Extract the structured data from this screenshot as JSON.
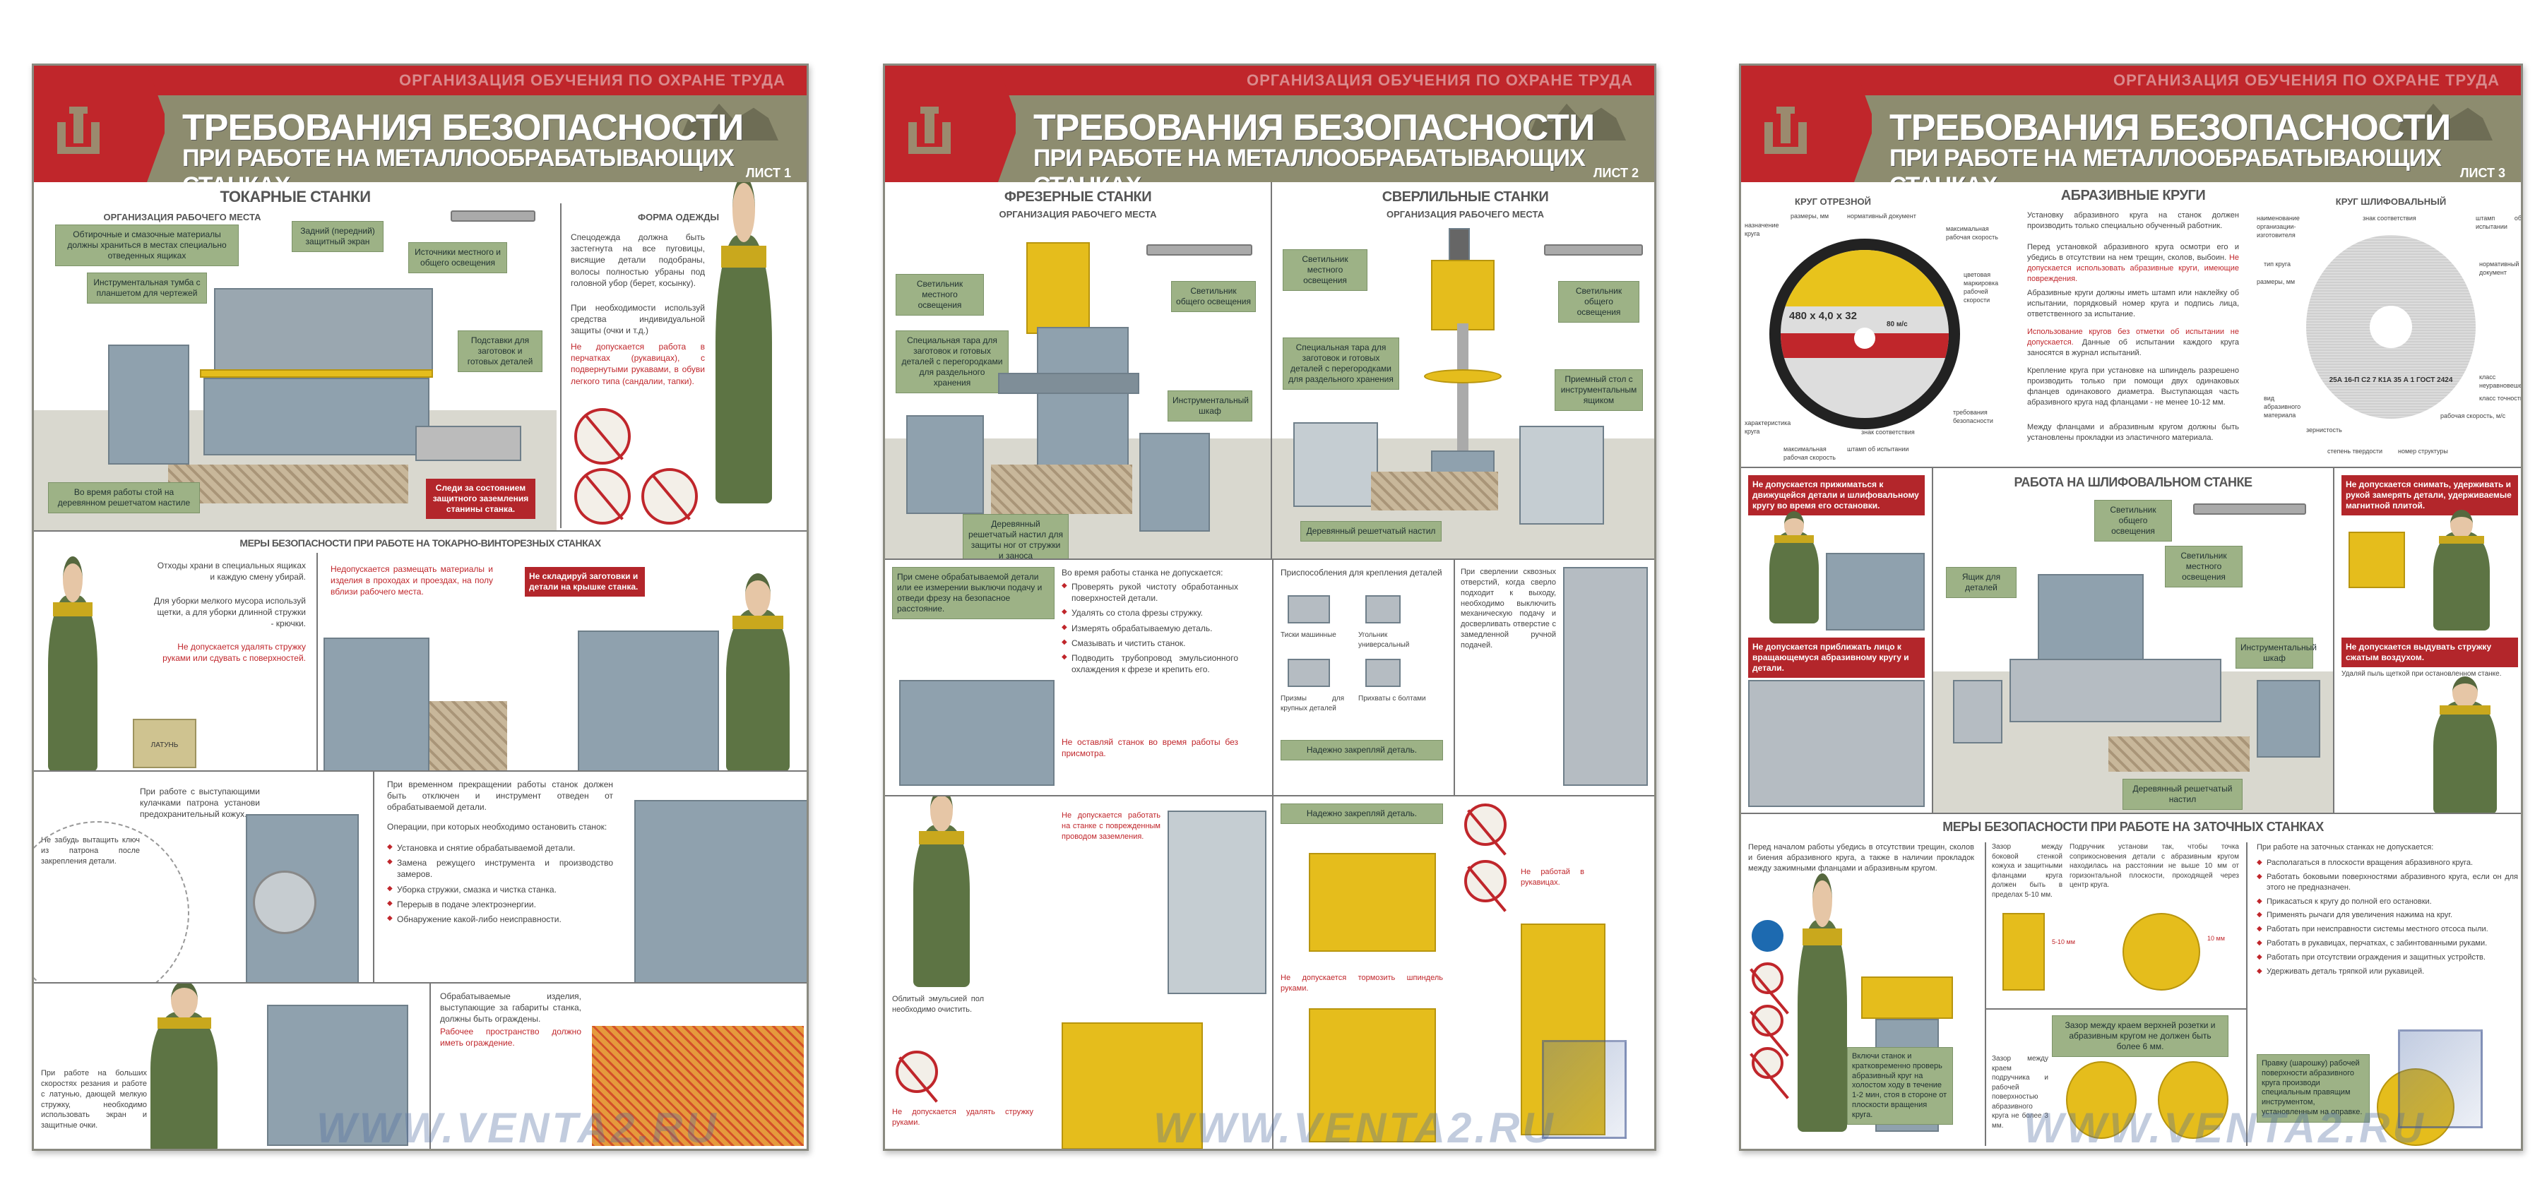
{
  "header": {
    "org": "ОРГАНИЗАЦИЯ ОБУЧЕНИЯ ПО ОХРАНЕ ТРУДА",
    "title": "ТРЕБОВАНИЯ БЕЗОПАСНОСТИ",
    "subtitle": "ПРИ РАБОТЕ НА МЕТАЛЛООБРАБАТЫВАЮЩИХ СТАНКАХ",
    "sheets": [
      "ЛИСТ 1",
      "ЛИСТ 2",
      "ЛИСТ 3"
    ]
  },
  "watermark": "WWW.VENTA2.RU",
  "p1": {
    "title": "ТОКАРНЫЕ СТАНКИ",
    "workplace": "ОРГАНИЗАЦИЯ РАБОЧЕГО МЕСТА",
    "clothing": "ФОРМА ОДЕЖДЫ",
    "c_materials": "Обтирочные и смазочные материалы должны храниться в местах специально отведенных ящиках",
    "c_tumba": "Инструментальная тумба с планшетом для чертежей",
    "c_screen": "Задний (передний) защитный экран",
    "c_light": "Источники местного и общего освещения",
    "c_stand": "Подставки для заготовок и готовых деталей",
    "c_floor": "Во время работы стой на деревянном решетчатом настиле",
    "r_ground": "Следи за состоянием защитного заземления станины станка.",
    "cloth_1": "Спецодежда должна быть застегнута на все пуговицы, висящие детали подобраны, волосы полностью убраны под головной убор (берет, косынку).",
    "cloth_2": "При необходимости используй средства индивидуальной защиты (очки и т.д.)",
    "cloth_3": "Не допускается работа в перчатках (рукавицах), с подвернутыми рукавами, в обуви легкого типа (сандалии, тапки).",
    "measures": "МЕРЫ БЕЗОПАСНОСТИ ПРИ РАБОТЕ НА ТОКАРНО-ВИНТОРЕЗНЫХ СТАНКАХ",
    "waste_1": "Отходы храни в специальных ящиках и каждую смену убирай.",
    "waste_2": "Для уборки мелкого мусора используй щетки, а для уборки длинной стружки - крючки.",
    "waste_3": "Не допускается удалять стружку руками или сдувать с поверхностей.",
    "box_label": "ЛАТУНЬ",
    "aisles": "Недопускается размещать материалы и изделия в проходах и проездах, на полу вблизи рабочего места.",
    "r_lid": "Не складируй заготовки и детали на крышке станка.",
    "chuck_1": "При работе с выступающими кулачками патрона установи предохранительный кожух.",
    "chuck_2": "Не забудь вытащить ключ из патрона после закрепления детали.",
    "stop_1": "При временном прекращении работы станок должен быть отключен и инструмент отведен от обрабатываемой детали.",
    "stop_2": "Операции, при которых необходимо остановить станок:",
    "stop_list": [
      "Установка и снятие обрабатываемой детали.",
      "Замена режущего инструмента и производство замеров.",
      "Уборка стружки, смазка и чистка станка.",
      "Перерыв в подаче электроэнергии.",
      "Обнаружение какой-либо неисправности."
    ],
    "fence_1": "Обрабатываемые изделия, выступающие за габариты станка, должны быть ограждены.",
    "fence_2": "Рабочее пространство должно иметь ограждение.",
    "speed": "При работе на больших скоростях резания и работе с латунью, дающей мелкую стружку, необходимо использовать экран и защитные очки."
  },
  "p2": {
    "mill_title": "ФРЕЗЕРНЫЕ СТАНКИ",
    "drill_title": "СВЕРЛИЛЬНЫЕ СТАНКИ",
    "workplace": "ОРГАНИЗАЦИЯ РАБОЧЕГО МЕСТА",
    "c_local_light": "Светильник местного освещения",
    "c_general_light": "Светильник общего освещения",
    "c_container": "Специальная тара для заготовок и готовых деталей с перегородками для раздельного хранения",
    "c_cabinet": "Инструментальный шкаф",
    "c_floor_mill": "Деревянный решетчатый настил для защиты ног от стружки и заноса",
    "c_table": "Приемный стол с инструментальным ящиком",
    "c_floor_drill": "Деревянный решетчатый настил",
    "mill_change": "При смене обрабатываемой детали или ее измерении выключи подачу и отведи фрезу на безопасное расстояние.",
    "mill_forbid": "Во время работы станка не допускается:",
    "mill_list": [
      "Проверять рукой чистоту обработанных поверхностей детали.",
      "Удалять со стола фрезы стружку.",
      "Измерять обрабатываемую деталь.",
      "Смазывать и чистить станок.",
      "Подводить трубопровод эмульсионного охлаждения к фрезе и крепить его."
    ],
    "mill_red": "Не оставляй станок во время работы без присмотра.",
    "fixtures": "Приспособления для крепления деталей",
    "fix_list": [
      "Тиски машинные",
      "Угольник универсальный",
      "Призмы для крупных деталей",
      "Прихваты с болтами"
    ],
    "drill_text": "При сверлении сквозных отверстий, когда сверло подходит к выходу, необходимо выключить механическую подачу и досверливать отверстие с замедленной ручной подачей.",
    "emulsion": "Облитый эмульсией пол необходимо очистить.",
    "r_ground": "Не допускается работать на станке с поврежденным проводом заземления.",
    "r_hands": "Не допускается тормозить шпиндель руками.",
    "r_gloves": "Не работай в рукавицах.",
    "r_clean": "Не допускается удалять стружку руками.",
    "c_fixed": "Надежно закрепляй деталь."
  },
  "p3": {
    "title": "АБРАЗИВНЫЕ КРУГИ",
    "cut_wheel": "КРУГ ОТРЕЗНОЙ",
    "grind_wheel": "КРУГ ШЛИФОВАЛЬНЫЙ",
    "wheel_size": "480 x 4,0 x 32",
    "wheel_speed": "80 м/с",
    "cut_labels": [
      "размеры, мм",
      "нормативный документ",
      "назначение круга",
      "максимальная рабочая скорость",
      "цветовая маркировка рабочей скорости",
      "характеристика круга",
      "максимальная рабочая скорость",
      "штамп об испытании",
      "знак соответствия",
      "требования безопасности"
    ],
    "grind_labels": [
      "наименование организации-изготовителя",
      "знак соответствия",
      "штамп об испытании",
      "тип круга",
      "размеры, мм",
      "нормативный документ",
      "класс неуравновешенности",
      "класс точности",
      "рабочая скорость, м/с",
      "вид абразивного материала",
      "зернистость",
      "степень твердости",
      "номер структуры"
    ],
    "grind_mark": "25А 16-П С2 7 К1А 35 А 1 ГОСТ 2424",
    "text_1": "Установку абразивного круга на станок должен производить только специально обученный работник.",
    "text_2": "Перед установкой абразивного круга осмотри его и убедись в отсутствии на нем трещин, сколов, выбоин.",
    "text_2r": "Не допускается использовать абразивные круги, имеющие повреждения.",
    "text_3": "Абразивные круги должны иметь штамп или наклейку об испытании, порядковый номер круга и подпись лица, ответственного за испытание.",
    "text_4r": "Использование кругов без отметки об испытании не допускается.",
    "text_4": "Данные об испытании каждого круга заносятся в журнал испытаний.",
    "text_5": "Крепление круга при установке на шпиндель разрешено производить только при помощи двух одинаковых фланцев одинакового диаметра. Выступающая часть абразивного круга над фланцами - не менее 10-12 мм.",
    "text_6": "Между фланцами и абразивным кругом должны быть установлены прокладки из эластичного материала.",
    "grind_title": "РАБОТА НА ШЛИФОВАЛЬНОМ СТАНКЕ",
    "r_left_1": "Не допускается прижиматься к движущейся детали и шлифовальному кругу во время его остановки.",
    "r_left_2": "Не допускается приближать лицо к вращающемуся абразивному кругу и детали.",
    "r_right_1": "Не допускается снимать, удерживать и рукой замерять детали, удерживаемые магнитной плитой.",
    "r_right_2": "Не допускается выдувать стружку сжатым воздухом.",
    "c_right": "Удаляй пыль щеткой при остановленном станке.",
    "c_light_local": "Светильник местного освещения",
    "c_light_general": "Светильник общего освещения",
    "c_cabinet": "Инструментальный шкаф",
    "c_stand": "Ящик для деталей",
    "c_floor": "Деревянный решетчатый настил",
    "sharp_title": "МЕРЫ БЕЗОПАСНОСТИ ПРИ РАБОТЕ НА ЗАТОЧНЫХ СТАНКАХ",
    "sharp_1": "Перед началом работы убедись в отсутствии трещин, сколов и биения абразивного круга, а также в наличии прокладок между зажимными фланцами и абразивным кругом.",
    "sharp_2": "Включи станок и кратковременно проверь абразивный круг на холостом ходу в течение 1-2 мин, стоя в стороне от плоскости вращения круга.",
    "gap_1": "Зазор между боковой стенкой кожуха и защитными фланцами круга должен быть в пределах 5-10 мм.",
    "gap_2": "Подручник установи так, чтобы точка соприкосновения детали с абразивным кругом находилась на расстоянии не выше 10 мм от горизонтальной плоскости, проходящей через центр круга.",
    "gap_3": "Зазор между краем верхней розетки и абразивным кругом не должен быть более 6 мм.",
    "gap_4": "Зазор между краем подручника и рабочей поверхностью абразивного круга не более 3 мм.",
    "mm_label_1": "5-10 мм",
    "mm_label_2": "10 мм",
    "forbid": "При работе на заточных станках не допускается:",
    "forbid_list": [
      "Располагаться в плоскости вращения абразивного круга.",
      "Работать боковыми поверхностями абразивного круга, если он для этого не предназначен.",
      "Прикасаться к кругу до полной его остановки.",
      "Применять рычаги для увеличения нажима на круг.",
      "Работать при неисправности системы местного отсоса пыли.",
      "Работать в рукавицах, перчатках, с забинтованными руками.",
      "Работать при отсутствии ограждения и защитных устройств.",
      "Удерживать деталь тряпкой или рукавицей."
    ],
    "dressing": "Правку (шарошку) рабочей поверхности абразивного круга производи специальным правящим инструментом, установленным на оправке."
  }
}
